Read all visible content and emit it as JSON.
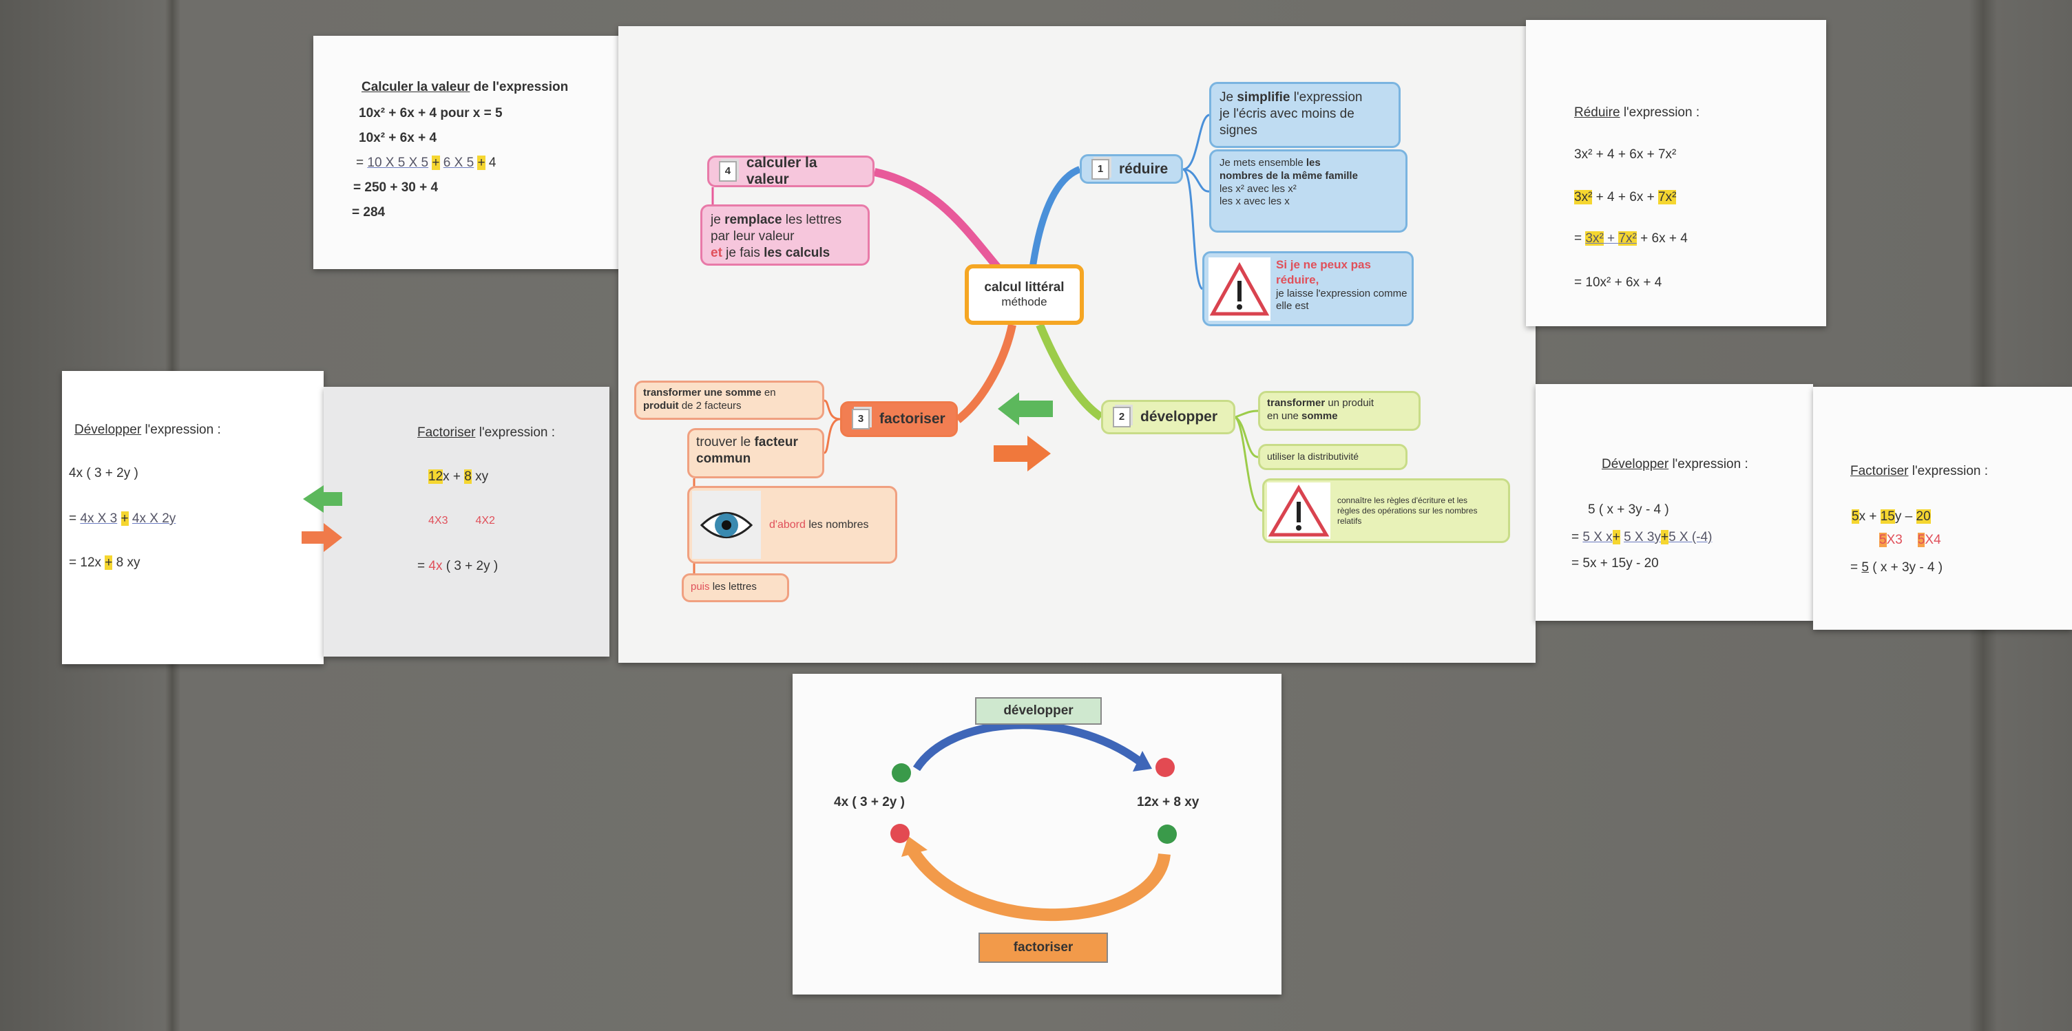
{
  "card_calculer": {
    "title_u": "Calculer la valeur",
    "title_rest": " de l'expression",
    "line1": "10x² + 6x + 4 pour x = 5",
    "line2": "10x² + 6x + 4",
    "line3": {
      "eq": "= ",
      "a": "10 X 5 X 5",
      "p1": "+",
      "b": "6 X 5",
      "p2": "+",
      "c": " 4"
    },
    "line4": "= 250 + 30 + 4",
    "line5": "= 284"
  },
  "mindmap": {
    "center": {
      "title": "calcul littéral",
      "subtitle": "méthode"
    },
    "calculer": {
      "num": "4",
      "label": "calculer la valeur",
      "note": {
        "a": "je ",
        "b": "remplace",
        "c": " les lettres",
        "d": "par leur valeur",
        "e": "et",
        "f": " je fais ",
        "g": "les calculs"
      }
    },
    "reduire": {
      "num": "1",
      "label": "réduire",
      "note1": {
        "a": "Je ",
        "b": "simplifie",
        "c": " l'expression",
        "d": "je l'écris avec moins de signes"
      },
      "note2": {
        "a": "Je mets ensemble ",
        "b": "les",
        "c": "nombres de la même famille",
        "d": "les x² avec les x²",
        "e": "les x avec les x"
      },
      "warning": {
        "red": "Si je ne peux pas réduire,",
        "text": "je laisse l'expression comme elle est"
      }
    },
    "factoriser": {
      "num": "3",
      "label": "factoriser",
      "note1": {
        "a": "transformer une somme",
        "b": " en",
        "c": "produit",
        "d": " de 2 facteurs"
      },
      "note2": {
        "a": "trouver le ",
        "b": "facteur commun"
      },
      "note3": {
        "red": "d'abord",
        "text": " les nombres"
      },
      "note4": {
        "red": "puis",
        "text": " les lettres"
      }
    },
    "developper": {
      "num": "2",
      "label": "développer",
      "note1": {
        "a": "transformer",
        "b": " un produit",
        "c": "en une ",
        "d": "somme"
      },
      "note2": "utiliser la distributivité",
      "warning": "connaître les règles d'écriture et les règles des opérations sur les nombres relatifs"
    }
  },
  "card_reduire": {
    "title_u": "Réduire",
    "title_rest": " l'expression :",
    "line1": "3x² + 4 + 6x + 7x²",
    "line2": {
      "a": "3x²",
      "b": " + 4 + 6x + ",
      "c": "7x²"
    },
    "line3": {
      "eq": "= ",
      "a": "3x²",
      "p": " + ",
      "b": "7x²",
      "c": " + 6x + 4"
    },
    "line4": "= 10x² + 6x + 4"
  },
  "card_left_dev": {
    "title_u": "Développer",
    "title_rest": "  l'expression :",
    "line1": "4x ( 3 + 2y )",
    "line2": {
      "eq": "=  ",
      "a": "4x X 3",
      "p": "+",
      "b": "4x X 2y"
    },
    "line3": {
      "a": "= 12x ",
      "p": "+",
      "b": " 8 xy"
    }
  },
  "card_left_fact": {
    "title_u": "Factoriser",
    "title_rest": " l'expression :",
    "line1": {
      "a": "12",
      "b": "x + ",
      "c": "8",
      "d": " xy"
    },
    "line2": {
      "a": "4X3",
      "b": "4X2"
    },
    "line3": {
      "eq": "= ",
      "a": "4x",
      "b": " ( 3 + 2y )"
    }
  },
  "card_right_dev": {
    "title_u": "Développer",
    "title_rest": "  l'expression :",
    "line1": "5 ( x + 3y - 4 )",
    "line2": {
      "eq": "=  ",
      "a": "5 X x",
      "p1": "+",
      "b": "5 X 3y",
      "p2": "+",
      "c": "5 X (-4)"
    },
    "line3": "=   5x + 15y - 20"
  },
  "card_right_fact": {
    "title_u": "Factoriser",
    "title_rest": " l'expression :",
    "line1": {
      "a": "5",
      "b": "x + ",
      "c": "15",
      "d": "y – ",
      "e": "20"
    },
    "line2": {
      "a": "5",
      "b": "X3",
      "c": "5",
      "d": "X4"
    },
    "line3": {
      "eq": "= ",
      "a": "5",
      "b": " ( x + 3y - 4 )"
    }
  },
  "card_cycle": {
    "top_label": "développer",
    "bottom_label": "factoriser",
    "left_expr": "4x ( 3 + 2y )",
    "right_expr": "12x + 8 xy"
  },
  "colors": {
    "pink": "#e85a9a",
    "blue": "#4a90d9",
    "orange": "#f07a4a",
    "green": "#9ccc4a",
    "center": "#f5a623"
  }
}
